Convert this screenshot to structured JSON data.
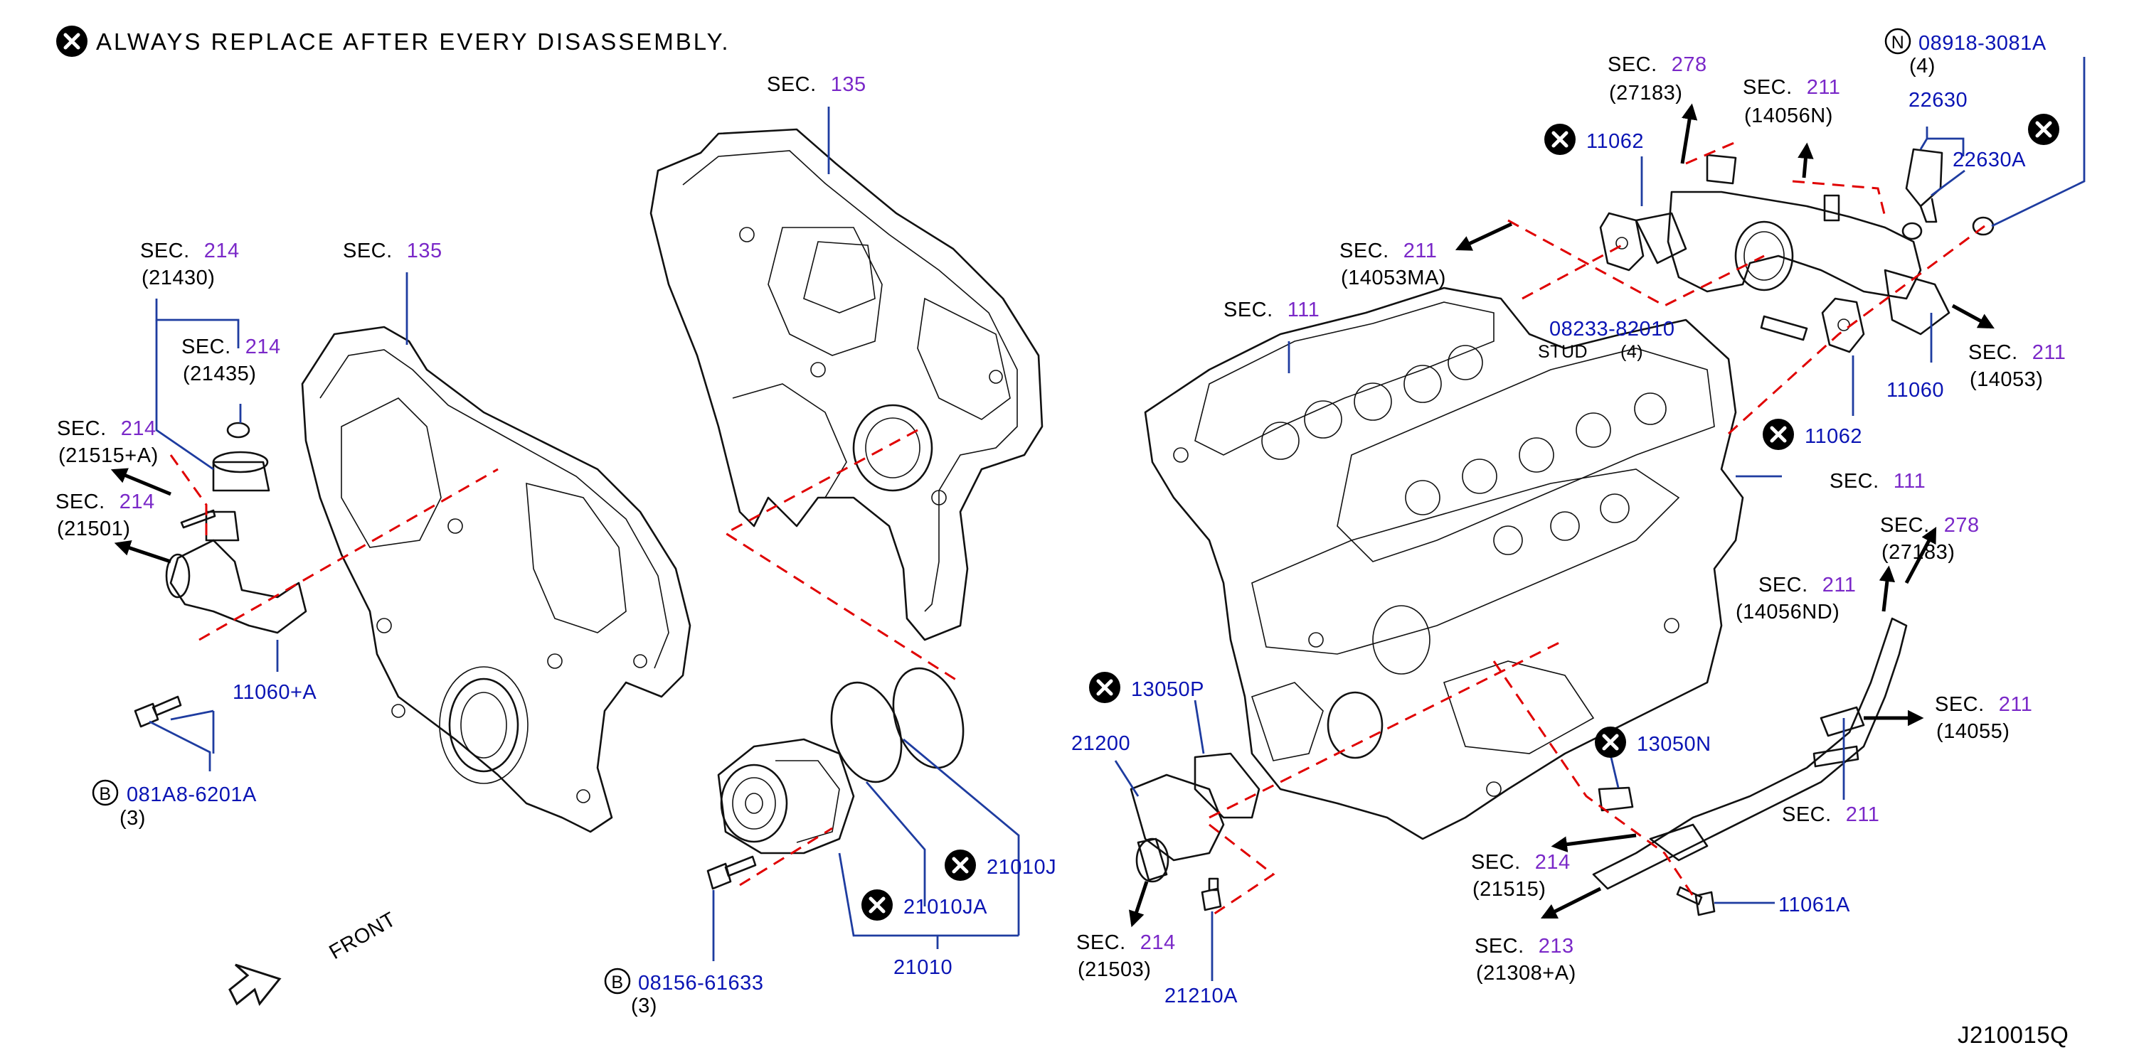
{
  "notice": {
    "text": "ALWAYS REPLACE AFTER EVERY DISASSEMBLY."
  },
  "diagram_code": "J210015Q",
  "front_label": "FRONT",
  "symbols": {
    "replace": "replace-x-icon",
    "bolt_b": "B",
    "nut_n": "N"
  },
  "colors": {
    "part_number": "#0a14b4",
    "section_number": "#7a28c8",
    "leader": "#1e3ca0",
    "parting_line": "#e00000"
  },
  "sections": [
    {
      "id": "s278a",
      "prefix": "SEC.",
      "num": "278",
      "ref": "(27183)"
    },
    {
      "id": "s211a",
      "prefix": "SEC.",
      "num": "211",
      "ref": "(14056N)"
    },
    {
      "id": "s135a",
      "prefix": "SEC.",
      "num": "135",
      "ref": ""
    },
    {
      "id": "s214a",
      "prefix": "SEC.",
      "num": "214",
      "ref": "(21430)"
    },
    {
      "id": "s135b",
      "prefix": "SEC.",
      "num": "135",
      "ref": ""
    },
    {
      "id": "s214b",
      "prefix": "SEC.",
      "num": "214",
      "ref": "(21435)"
    },
    {
      "id": "s214c",
      "prefix": "SEC.",
      "num": "214",
      "ref": "(21515+A)"
    },
    {
      "id": "s214d",
      "prefix": "SEC.",
      "num": "214",
      "ref": "(21501)"
    },
    {
      "id": "s211b",
      "prefix": "SEC.",
      "num": "211",
      "ref": "(14053MA)"
    },
    {
      "id": "s111a",
      "prefix": "SEC.",
      "num": "111",
      "ref": ""
    },
    {
      "id": "s211c",
      "prefix": "SEC.",
      "num": "211",
      "ref": "(14053)"
    },
    {
      "id": "s111b",
      "prefix": "SEC.",
      "num": "111",
      "ref": ""
    },
    {
      "id": "s278b",
      "prefix": "SEC.",
      "num": "278",
      "ref": "(27183)"
    },
    {
      "id": "s211d",
      "prefix": "SEC.",
      "num": "211",
      "ref": "(14056ND)"
    },
    {
      "id": "s211e",
      "prefix": "SEC.",
      "num": "211",
      "ref": "(14055)"
    },
    {
      "id": "s211f",
      "prefix": "SEC.",
      "num": "211",
      "ref": ""
    },
    {
      "id": "s214e",
      "prefix": "SEC.",
      "num": "214",
      "ref": "(21515)"
    },
    {
      "id": "s214f",
      "prefix": "SEC.",
      "num": "214",
      "ref": "(21503)"
    },
    {
      "id": "s213a",
      "prefix": "SEC.",
      "num": "213",
      "ref": "(21308+A)"
    }
  ],
  "parts": [
    {
      "id": "p08918",
      "number": "08918-3081A",
      "qty": "(4)",
      "symbol": "N",
      "replace": false
    },
    {
      "id": "p22630",
      "number": "22630",
      "qty": "",
      "symbol": "",
      "replace": false
    },
    {
      "id": "p22630A",
      "number": "22630A",
      "qty": "",
      "symbol": "",
      "replace": false
    },
    {
      "id": "p11062a",
      "number": "11062",
      "qty": "",
      "symbol": "",
      "replace": true
    },
    {
      "id": "p08233",
      "number": "08233-82010",
      "qty": "(4)",
      "note": "STUD",
      "symbol": "",
      "replace": false
    },
    {
      "id": "p11060",
      "number": "11060",
      "qty": "",
      "symbol": "",
      "replace": false
    },
    {
      "id": "p11062b",
      "number": "11062",
      "qty": "",
      "symbol": "",
      "replace": true
    },
    {
      "id": "p11060A",
      "number": "11060+A",
      "qty": "",
      "symbol": "",
      "replace": false
    },
    {
      "id": "p081A8",
      "number": "081A8-6201A",
      "qty": "(3)",
      "symbol": "B",
      "replace": false
    },
    {
      "id": "p13050P",
      "number": "13050P",
      "qty": "",
      "symbol": "",
      "replace": true
    },
    {
      "id": "p21200",
      "number": "21200",
      "qty": "",
      "symbol": "",
      "replace": false
    },
    {
      "id": "p13050N",
      "number": "13050N",
      "qty": "",
      "symbol": "",
      "replace": true
    },
    {
      "id": "p21010J",
      "number": "21010J",
      "qty": "",
      "symbol": "",
      "replace": true
    },
    {
      "id": "p21010JA",
      "number": "21010JA",
      "qty": "",
      "symbol": "",
      "replace": true
    },
    {
      "id": "p21010",
      "number": "21010",
      "qty": "",
      "symbol": "",
      "replace": false
    },
    {
      "id": "p08156",
      "number": "08156-61633",
      "qty": "(3)",
      "symbol": "B",
      "replace": false
    },
    {
      "id": "p11061A",
      "number": "11061A",
      "qty": "",
      "symbol": "",
      "replace": false
    },
    {
      "id": "p21210A",
      "number": "21210A",
      "qty": "",
      "symbol": "",
      "replace": false
    }
  ]
}
